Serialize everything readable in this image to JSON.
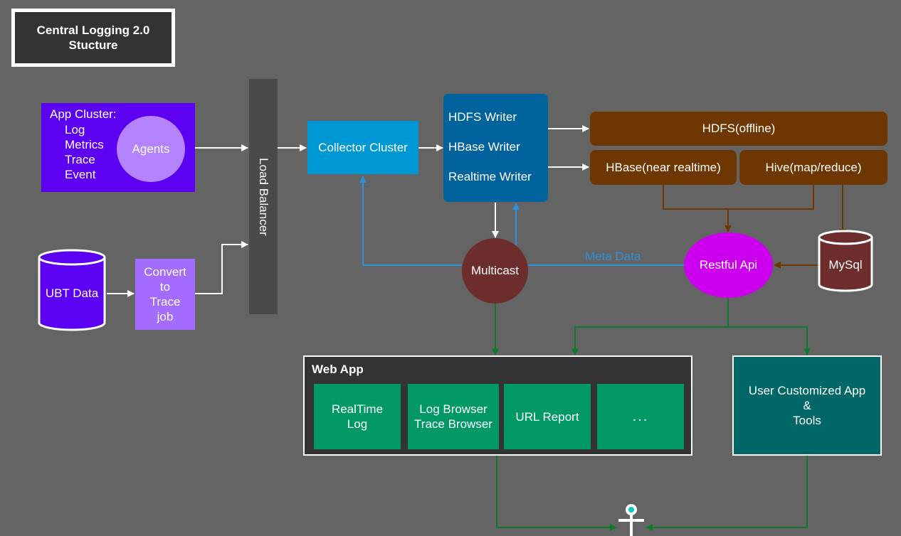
{
  "title": {
    "line1": "Central Logging 2.0",
    "line2": "Stucture"
  },
  "app_cluster": {
    "heading": "App Cluster:",
    "items": [
      "Log",
      "Metrics",
      "Trace",
      "Event"
    ]
  },
  "agents": "Agents",
  "load_balancer": "Load Balancer",
  "ubt_data": "UBT Data",
  "convert_job": [
    "Convert",
    "to",
    "Trace",
    "job"
  ],
  "collector_cluster": "Collector Cluster",
  "writers": [
    "HDFS Writer",
    "HBase Writer",
    "Realtime Writer"
  ],
  "storage": {
    "hdfs": "HDFS(offline)",
    "hbase": "HBase(near realtime)",
    "hive": "Hive(map/reduce)"
  },
  "multicast": "Multicast",
  "meta_data": "Meta Data",
  "restful_api": "Restful Api",
  "mysql": "MySql",
  "web_app": {
    "title": "Web App",
    "realtime_log": [
      "RealTime",
      "Log"
    ],
    "browsers": [
      "Log Browser",
      "Trace Browser"
    ],
    "url_report": "URL Report",
    "more": "..."
  },
  "user_app": [
    "User Customized App",
    "&",
    "Tools"
  ],
  "colors": {
    "background": "#646464",
    "app_cluster": "#5b00f0",
    "collector": "#0098d4",
    "writers": "#00639e",
    "storage": "#6e3600",
    "multicast": "#6e2d2d",
    "restful_api": "#cc00ee",
    "web_tiles": "#009966",
    "user_app": "#006666",
    "green_line": "#0e7a2e",
    "blue_line": "#2f8fd8",
    "brown_line": "#6e3600"
  }
}
